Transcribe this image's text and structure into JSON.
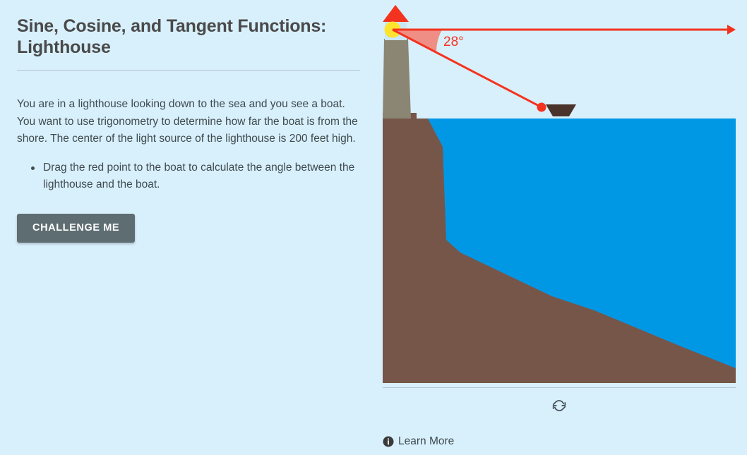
{
  "header": {
    "title": "Sine, Cosine, and Tangent Functions: Lighthouse"
  },
  "content": {
    "paragraph": "You are in a lighthouse looking down to the sea and you see a boat. You want to use trigonometry to determine how far the boat is from the shore. The center of the light source of the lighthouse is 200 feet high.",
    "bullets": [
      "Drag the red point to the boat to calculate the angle between the lighthouse and the boat."
    ],
    "challenge_button_label": "CHALLENGE ME"
  },
  "figure": {
    "angle_label": "28°",
    "angle_value": 28,
    "lighthouse_height_feet": 200,
    "icons": {
      "light_source": "light-source-icon",
      "drag_point": "drag-point-icon",
      "boat": "boat-icon",
      "horizontal_ray": "horizontal-ray-icon"
    },
    "colors": {
      "background": "#d8f0fc",
      "sky": "#d8f0fc",
      "water": "#0098e5",
      "seabed": "#77564a",
      "tower": "#8b8573",
      "roof": "#f4331f",
      "lantern_room": "#c9e7f7",
      "light": "#ffe42e",
      "ray": "#f4331f",
      "angle_wedge": "#ef8e84",
      "boat_hull": "#4a332b",
      "drag_point": "#f4331f",
      "button": "#5e6d72",
      "divider": "#b4c6cf",
      "text": "#3f4a4f",
      "title": "#4a4a4a"
    }
  },
  "controls": {
    "reset_label": "reset-button",
    "learn_more_label": "Learn More"
  }
}
